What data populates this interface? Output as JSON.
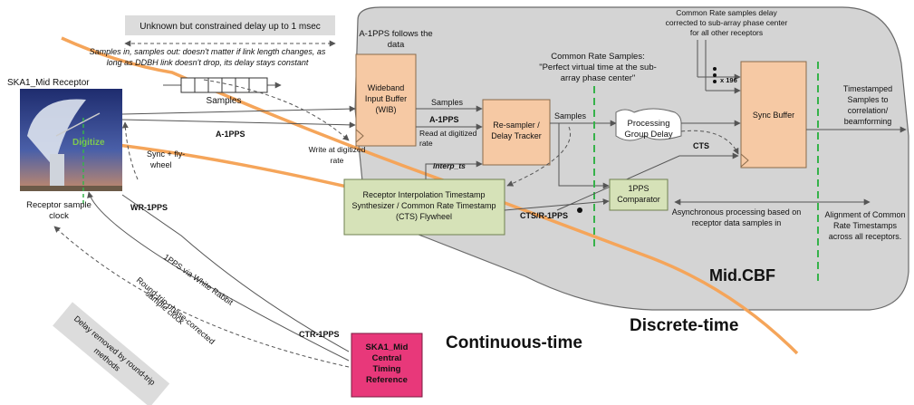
{
  "colors": {
    "cbf_region": "#d4d4d4",
    "cbf_border": "#6a6a6a",
    "orange_box": "#f6c9a4",
    "orange_border": "#8a6a4a",
    "green_box": "#d6e2b8",
    "green_border": "#6f8050",
    "pink_box": "#e8387a",
    "curve": "#f5a55a",
    "dashed_green": "#36b24a",
    "gray_note": "#dcdcdc",
    "arrow": "#555555"
  },
  "notes": {
    "delay_box": "Unknown but constrained delay up to 1 msec",
    "samples_note": [
      "Samples in, samples out: doesn't matter if link length changes, as",
      "long as DDBH link doesn't drop, its delay stays constant"
    ],
    "samples_label": "Samples",
    "delay_removed": [
      "Delay removed by round-trip",
      "methods"
    ]
  },
  "receptor": {
    "title": "SKA1_Mid Receptor",
    "digitize": "Digitize",
    "clock_label": [
      "Receptor sample",
      "clock"
    ],
    "sync_flywheel": [
      "Sync + fly-",
      "wheel"
    ]
  },
  "signals": {
    "a1pps_left": "A-1PPS",
    "wr1pps": "WR-1PPS",
    "a1pps_mid": "A-1PPS",
    "samples_wib": "Samples",
    "samples_rs": "Samples",
    "interp_ts": "interp_ts",
    "cts_r1pps": "CTS/R-1PPS",
    "cts": "CTS",
    "ctr1pps": "CTR-1PPS",
    "x196": "x 196"
  },
  "wib": {
    "header": [
      "A-1PPS follows the",
      "data"
    ],
    "label": [
      "Wideband",
      "Input Buffer",
      "(WIB)"
    ],
    "write_rate": [
      "Write at digitized",
      "rate"
    ],
    "read_rate": [
      "Read at digitized",
      "rate"
    ]
  },
  "resampler": {
    "label": [
      "Re-sampler /",
      "Delay Tracker"
    ]
  },
  "common_rate": {
    "label": [
      "Common Rate Samples:",
      "\"Perfect virtual time at the sub-",
      "array phase center\""
    ]
  },
  "processing": {
    "label": [
      "Processing",
      "Group Delay"
    ]
  },
  "sync_buffer": {
    "label": "Sync Buffer",
    "top_note": [
      "Common Rate samples delay",
      "corrected to sub-array phase center",
      "for all other receptors"
    ]
  },
  "output": {
    "label": [
      "Timestamped",
      "Samples to",
      "correlation/",
      "beamforming"
    ]
  },
  "comparator": {
    "label": [
      "1PPS",
      "Comparator"
    ]
  },
  "interp_box": {
    "label": [
      "Receptor Interpolation Timestamp",
      "Synthesizer / Common Rate Timestamp",
      "(CTS) Flywheel"
    ]
  },
  "async_note": [
    "Asynchronous processing based on",
    "receptor data samples in"
  ],
  "alignment_note": [
    "Alignment of Common",
    "Rate Timestamps",
    "across all receptors."
  ],
  "mid_cbf": "Mid.CBF",
  "labels": {
    "continuous": "Continuous-time",
    "discrete": "Discrete-time",
    "pps_wr": "1PPS via White Rabbit",
    "round_trip": [
      "Round-trip phase-corrected",
      "sample clock"
    ]
  },
  "timing_ref": {
    "label": [
      "SKA1_Mid",
      "Central",
      "Timing",
      "Reference"
    ]
  }
}
